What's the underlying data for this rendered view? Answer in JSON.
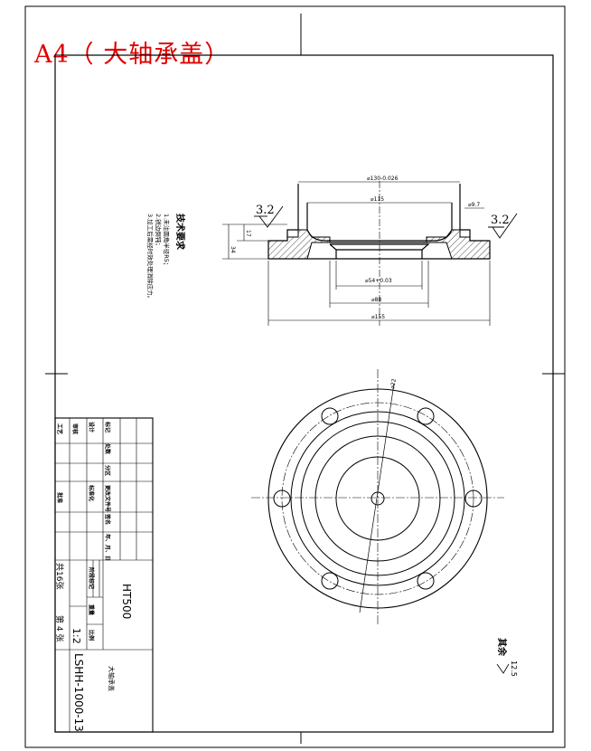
{
  "drawing": {
    "title": "A4（ 大轴承盖）",
    "part_name": "大轴承盖",
    "drawing_number": "LSHH-1000-13",
    "material": "HT500",
    "scale": "1:2",
    "sheet_total": "共16张",
    "sheet_number": "第 4 张",
    "remaining_roughness": "其余",
    "remaining_roughness_value": "12.5",
    "surface_roughness_left": "3.2",
    "surface_roughness_right": "3.2"
  },
  "tech_requirements": {
    "heading": "技术要求",
    "items": [
      "1.未注圆角半径R5；",
      "2.锐边倒钝；",
      "3.加工后需经时效处理消除应力。"
    ]
  },
  "dimensions": {
    "d_top": "⌀130-0.026",
    "d_bore": "⌀115",
    "d_groove": "⌀54+0.03",
    "d_step": "⌀88",
    "d_outer": "⌀155",
    "d_pcd": "⌀22",
    "side_right": "⌀9.7",
    "h_total": "34",
    "h_step": "17"
  },
  "title_block": {
    "rows": [
      "标记",
      "设计",
      "审核",
      "工艺",
      "批准"
    ],
    "cols": [
      "处数",
      "分区",
      "更改文件号",
      "签名",
      "年、月、日"
    ],
    "labels": [
      "标准化",
      "阶段标记",
      "重量",
      "比例"
    ]
  }
}
